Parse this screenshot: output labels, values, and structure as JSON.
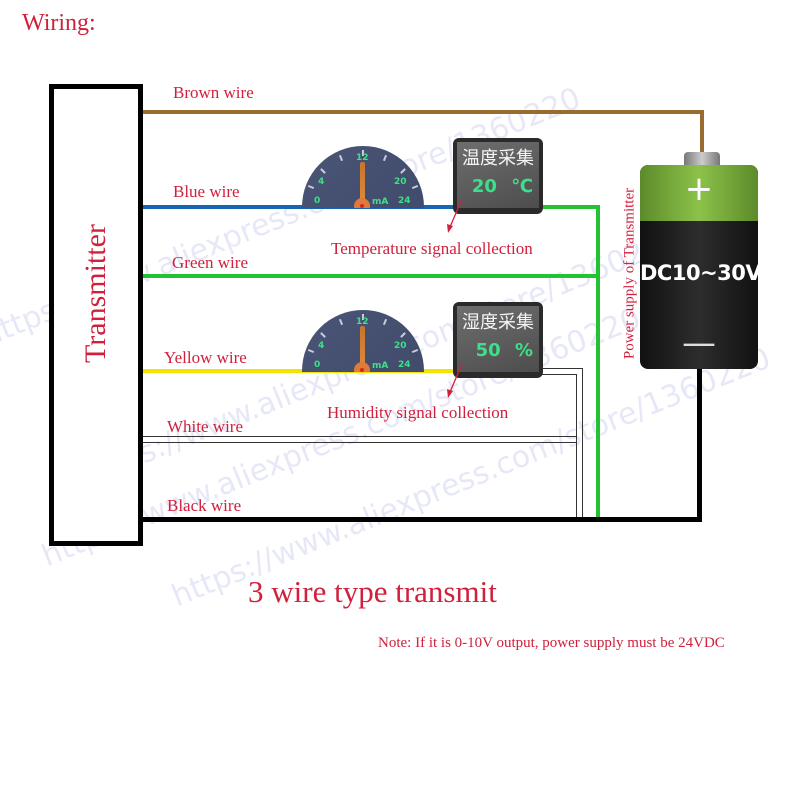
{
  "heading": "Wiring:",
  "transmitter": {
    "label": "Transmitter"
  },
  "wires": [
    {
      "label": "Brown wire",
      "color": "#9a6b2e"
    },
    {
      "label": "Blue wire",
      "color": "#1565b0"
    },
    {
      "label": "Green wire",
      "color": "#22c233"
    },
    {
      "label": "Yellow wire",
      "color": "#f2e400"
    },
    {
      "label": "White wire",
      "color": "#ffffff"
    },
    {
      "label": "Black wire",
      "color": "#000000"
    }
  ],
  "gauges": [
    {
      "ticks": [
        "0",
        "4",
        "12",
        "20",
        "24"
      ],
      "unit": "mA"
    },
    {
      "ticks": [
        "0",
        "4",
        "12",
        "20",
        "24"
      ],
      "unit": "mA"
    }
  ],
  "displays": [
    {
      "title": "温度采集",
      "value": "20",
      "unit": "℃",
      "caption": "Temperature signal collection"
    },
    {
      "title": "湿度采集",
      "value": "50",
      "unit": "%",
      "caption": "Humidity signal collection"
    }
  ],
  "battery": {
    "plus": "+",
    "voltage": "DC10~30V",
    "minus": "—"
  },
  "power_label": "Power supply of Transmitter",
  "title": "3 wire type transmit",
  "note": "Note: If it is 0-10V output, power supply must be 24VDC",
  "watermark": "https://www.aliexpress.com/store/1360220",
  "colors": {
    "text_accent": "#d0203c",
    "display_digits": "#3de08a",
    "gauge_face": "#434d6e"
  }
}
